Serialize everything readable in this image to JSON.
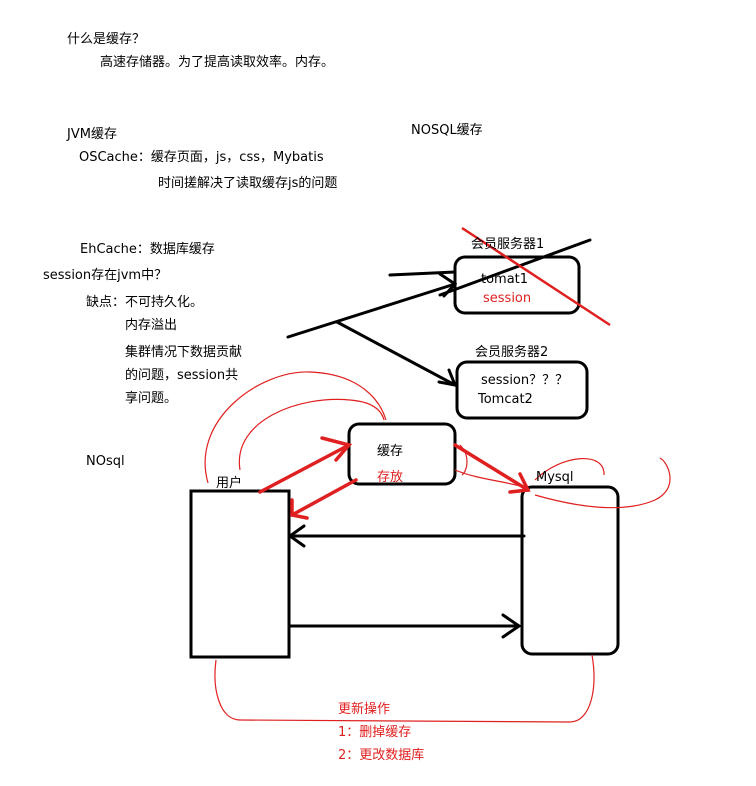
{
  "notes": {
    "q_title": "什么是缓存？",
    "q_answer": "高速存储器。为了提高读取效率。内存。",
    "jvm_cache": "JVM缓存",
    "nosql_cache": "NOSQL缓存",
    "oscache": "OSCache：缓存页面，js，css，Mybatis",
    "time_problem": "时间搓解决了读取缓存js的问题",
    "ehcache": "EhCache：数据库缓存",
    "session_jvm": "session存在jvm中？",
    "drawback": "缺点：不可持久化。",
    "mem_overflow": "内存溢出",
    "cluster_1": "集群情况下数据贡献",
    "cluster_2": "的问题，session共",
    "cluster_3": "享问题。",
    "nosql": "NOsql"
  },
  "diagram": {
    "server1_label": "会员服务器1",
    "server1_line1": "tomat1",
    "server1_line2": "session",
    "server2_label": "会员服务器2",
    "server2_line1": "session？？？",
    "server2_line2": "Tomcat2",
    "cache_label": "缓存",
    "cache_sub": "存放",
    "user_label": "用户",
    "mysql_label": "Mysql",
    "update_title": "更新操作",
    "update_step1": "1：删掉缓存",
    "update_step2": "2：更改数据库"
  },
  "colors": {
    "ink": "#000000",
    "accent_red": "#e02020"
  }
}
